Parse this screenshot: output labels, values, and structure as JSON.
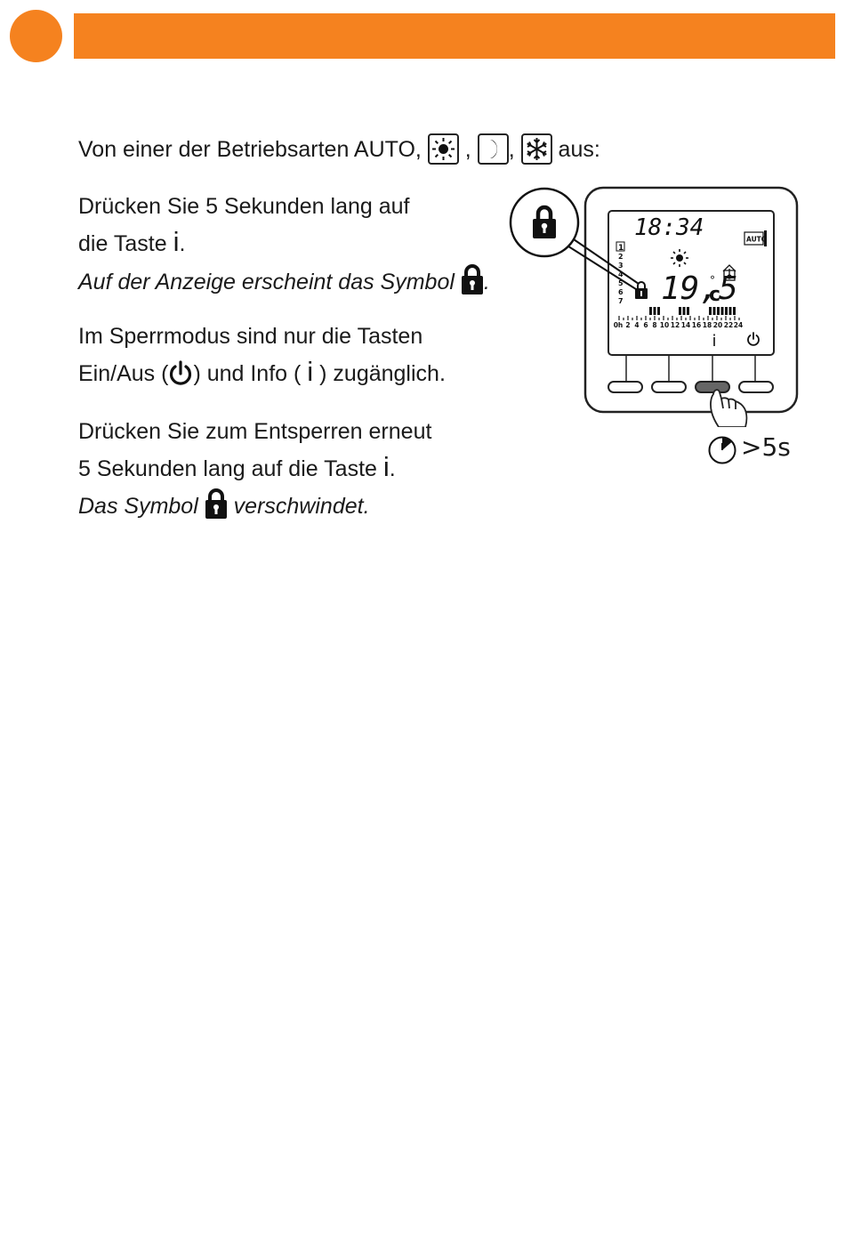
{
  "header": {
    "accent_color": "#f5821f"
  },
  "intro": {
    "prefix": "Von einer der Betriebsarten AUTO,",
    "sep1": ",",
    "sep2": ",",
    "suffix": "aus:",
    "icons": [
      "sun-icon",
      "moon-icon",
      "snowflake-icon"
    ]
  },
  "para1": {
    "line1": "Drücken Sie 5 Sekunden lang auf",
    "line2_prefix": "die Taste",
    "key": "i",
    "line2_suffix": ".",
    "line3_prefix": "Auf der Anzeige erscheint das Symbol",
    "line3_suffix": "."
  },
  "para2": {
    "line1": "Im Sperrmodus sind nur die Tasten",
    "line2_prefix": "Ein/Aus (",
    "line2_mid": ") und Info (",
    "key": "i",
    "line2_suffix": ") zugänglich."
  },
  "para3": {
    "line1": "Drücken Sie zum Entsperren erneut",
    "line2_prefix": "5 Sekunden lang auf die Taste",
    "key": "i",
    "line2_suffix": ".",
    "line3_prefix": "Das Symbol",
    "line3_suffix": "verschwindet."
  },
  "device": {
    "time": "18:34",
    "mode_badge": "AUTO",
    "temperature": "19,5",
    "temp_unit_deg": "°",
    "temp_unit": "c",
    "days": [
      "1",
      "2",
      "3",
      "4",
      "5",
      "6",
      "7"
    ],
    "hour_labels": [
      "0h",
      "2",
      "4",
      "6",
      "8",
      "10",
      "12",
      "14",
      "16",
      "18",
      "20",
      "22",
      "24"
    ],
    "info_key": "i"
  },
  "timer": {
    "label": ">5s"
  }
}
